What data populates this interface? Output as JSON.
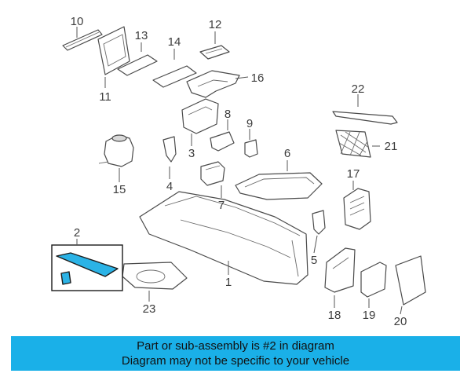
{
  "diagram": {
    "highlighted_part": "2",
    "callouts": [
      "1",
      "2",
      "3",
      "4",
      "5",
      "6",
      "7",
      "8",
      "9",
      "10",
      "11",
      "12",
      "13",
      "14",
      "15",
      "16",
      "17",
      "18",
      "19",
      "20",
      "21",
      "22",
      "23"
    ],
    "highlight_color": "#2bb3e6"
  },
  "banner": {
    "line1": "Part or sub-assembly is #2 in diagram",
    "line2": "Diagram may not be specific to your vehicle",
    "color": "#1ab0e8"
  }
}
